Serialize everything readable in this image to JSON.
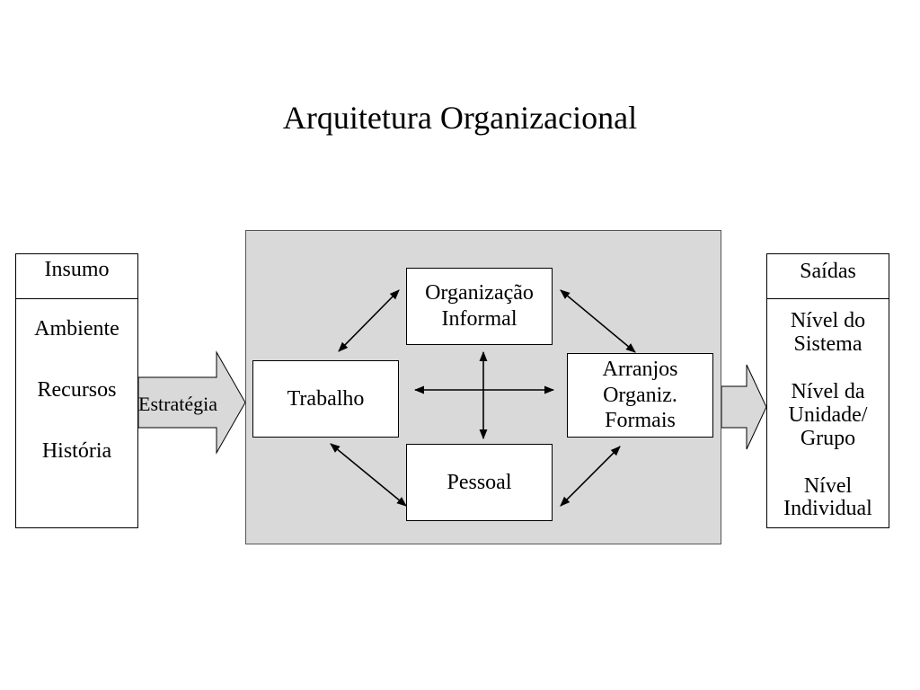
{
  "title": "Arquitetura Organizacional",
  "insumo": {
    "header": "Insumo",
    "items": [
      "Ambiente",
      "Recursos",
      "História"
    ]
  },
  "estrategia": "Estratégia",
  "nodes": {
    "org_informal": [
      "Organização",
      "Informal"
    ],
    "trabalho": "Trabalho",
    "arranjos": [
      "Arranjos",
      "Organiz.",
      "Formais"
    ],
    "pessoal": "Pessoal"
  },
  "saidas": {
    "header": "Saídas",
    "items": [
      [
        "Nível do",
        "Sistema"
      ],
      [
        "Nível da",
        "Unidade/",
        "Grupo"
      ],
      [
        "Nível",
        "Individual"
      ]
    ]
  },
  "colors": {
    "panel_fill": "#d9d9d9",
    "arrow_fill": "#d9d9d9",
    "line": "#000000"
  }
}
